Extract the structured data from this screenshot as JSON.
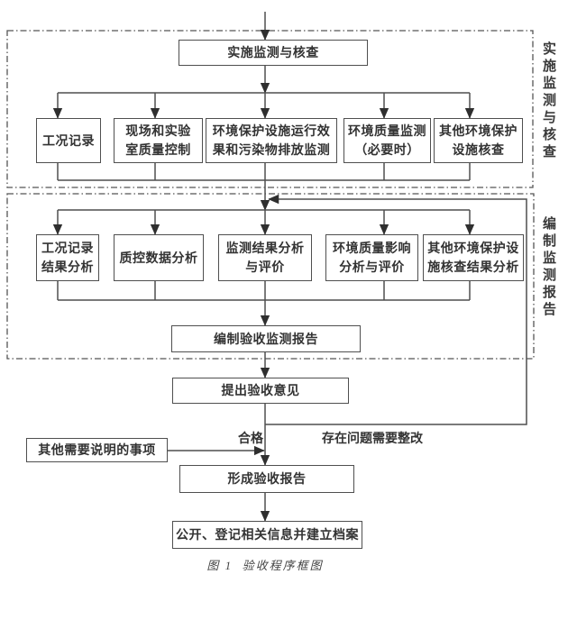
{
  "diagram": {
    "caption": "图 1  验收程序框图",
    "colors": {
      "line": "#4f4f4f",
      "arrow": "#2f2f2f",
      "text": "#333333"
    },
    "s1": {
      "side_label": "实施监测与核查",
      "header": "实施监测与核查",
      "boxes": [
        {
          "lines": [
            "工况记录"
          ]
        },
        {
          "lines": [
            "现场和实验",
            "室质量控制"
          ]
        },
        {
          "lines": [
            "环境保护设施运行效",
            "果和污染物排放监测"
          ]
        },
        {
          "lines": [
            "环境质量监测",
            "（必要时）"
          ]
        },
        {
          "lines": [
            "其他环境保护",
            "设施核查"
          ]
        }
      ]
    },
    "s2": {
      "side_label": "编制监测报告",
      "boxes": [
        {
          "lines": [
            "工况记录",
            "结果分析"
          ]
        },
        {
          "lines": [
            "质控数据分析"
          ]
        },
        {
          "lines": [
            "监测结果分析",
            "与评价"
          ]
        },
        {
          "lines": [
            "环境质量影响",
            "分析与评价"
          ]
        },
        {
          "lines": [
            "其他环境保护设",
            "施核查结果分析"
          ]
        }
      ],
      "report": "编制验收监测报告"
    },
    "opinion": "提出验收意见",
    "branch": {
      "pass": "合格",
      "rework": "存在问题需要整改"
    },
    "other_matters": "其他需要说明的事项",
    "final_report": "形成验收报告",
    "publish": "公开、登记相关信息并建立档案"
  }
}
